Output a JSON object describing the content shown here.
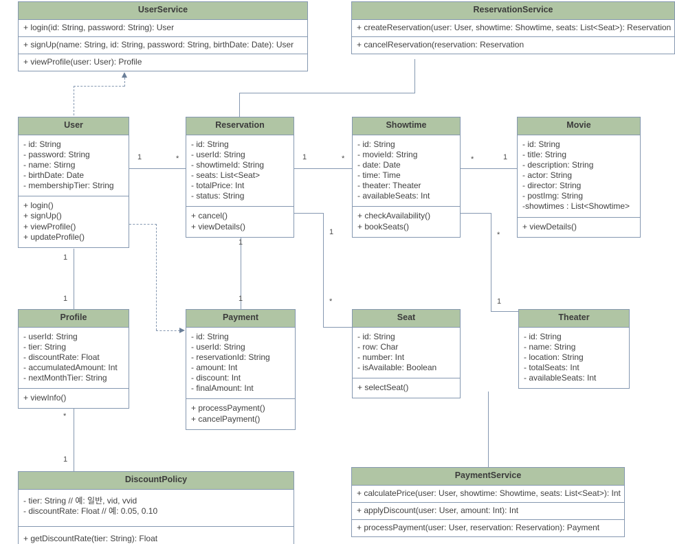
{
  "diagram": {
    "title": "Movie Reservation System Class Diagram",
    "colors": {
      "header_fill": "#b0c5a4",
      "border": "#8497b0",
      "body_fill": "#ffffff",
      "text": "#404040"
    }
  },
  "classes": {
    "user_service": {
      "name": "UserService",
      "methods": [
        "+ login(id: String, password: String): User",
        "+ signUp(name: String, id: String, password: String, birthDate: Date): User",
        "+ viewProfile(user: User): Profile"
      ]
    },
    "reservation_service": {
      "name": "ReservationService",
      "methods": [
        "+ createReservation(user: User, showtime: Showtime, seats: List<Seat>): Reservation",
        "+ cancelReservation(reservation: Reservation"
      ]
    },
    "user": {
      "name": "User",
      "attributes": [
        "- id: String",
        "- password: String",
        "- name: Stirng",
        "- birthDate: Date",
        "- membershipTier: String"
      ],
      "methods": [
        "+ login()",
        "+ signUp()",
        "+ viewProfile()",
        "+ updateProfile()"
      ]
    },
    "reservation": {
      "name": "Reservation",
      "attributes": [
        "- id: String",
        "- userId: String",
        "- showtimeId: String",
        "- seats: List<Seat>",
        "- totalPrice: Int",
        "- status: String"
      ],
      "methods": [
        "+ cancel()",
        "+ viewDetails()"
      ]
    },
    "showtime": {
      "name": "Showtime",
      "attributes": [
        "- id: String",
        "- movieId: String",
        "- date: Date",
        "- time: Time",
        "- theater: Theater",
        "- availableSeats: Int"
      ],
      "methods": [
        "+ checkAvailability()",
        "+ bookSeats()"
      ]
    },
    "movie": {
      "name": "Movie",
      "attributes": [
        "- id: String",
        "- title: String",
        "- description: String",
        "- actor: String",
        "- director: String",
        "- postImg: String",
        "-showtimes : List<Showtime>"
      ],
      "methods": [
        "+ viewDetails()"
      ]
    },
    "profile": {
      "name": "Profile",
      "attributes": [
        "- userId: String",
        "- tier: String",
        "- discountRate: Float",
        "- accumulatedAmount: Int",
        "- nextMonthTier: String"
      ],
      "methods": [
        "+ viewInfo()"
      ]
    },
    "payment": {
      "name": "Payment",
      "attributes": [
        "- id: String",
        "- userId: String",
        "- reservationId: String",
        "- amount: Int",
        "- discount: Int",
        "- finalAmount: Int"
      ],
      "methods": [
        "+ processPayment()",
        "+ cancelPayment()"
      ]
    },
    "seat": {
      "name": "Seat",
      "attributes": [
        "- id: String",
        "- row: Char",
        "- number: Int",
        "- isAvailable: Boolean"
      ],
      "methods": [
        "+ selectSeat()"
      ]
    },
    "theater": {
      "name": "Theater",
      "attributes": [
        "- id: String",
        "- name: String",
        "- location: String",
        "- totalSeats: Int",
        "- availableSeats: Int"
      ],
      "methods": []
    },
    "discount_policy": {
      "name": "DiscountPolicy",
      "attributes": [
        "- tier: String  // 예: 일반, vid, vvid",
        "- discountRate: Float   // 예: 0.05, 0.10"
      ],
      "methods": [
        "+ getDiscountRate(tier: String): Float"
      ]
    },
    "payment_service": {
      "name": "PaymentService",
      "methods": [
        "+ calculatePrice(user: User, showtime: Showtime, seats: List<Seat>): Int",
        "+ applyDiscount(user: User, amount: Int): Int",
        "+ processPayment(user: User, reservation: Reservation): Payment"
      ]
    }
  },
  "multiplicities": {
    "user_to_reservation_src": "1",
    "user_to_reservation_dst": "*",
    "reservation_to_showtime_src": "1",
    "reservation_to_showtime_dst": "*",
    "showtime_to_movie_src": "*",
    "showtime_to_movie_dst": "1",
    "user_to_profile_src": "1",
    "user_to_profile_dst": "1",
    "reservation_to_payment_src": "1",
    "reservation_to_payment_dst": "1",
    "reservation_to_seat_src": "1",
    "reservation_to_seat_dst": "*",
    "showtime_to_theater_src": "*",
    "showtime_to_theater_dst": "1",
    "profile_to_discount_src": "*",
    "profile_to_discount_dst": "1"
  }
}
